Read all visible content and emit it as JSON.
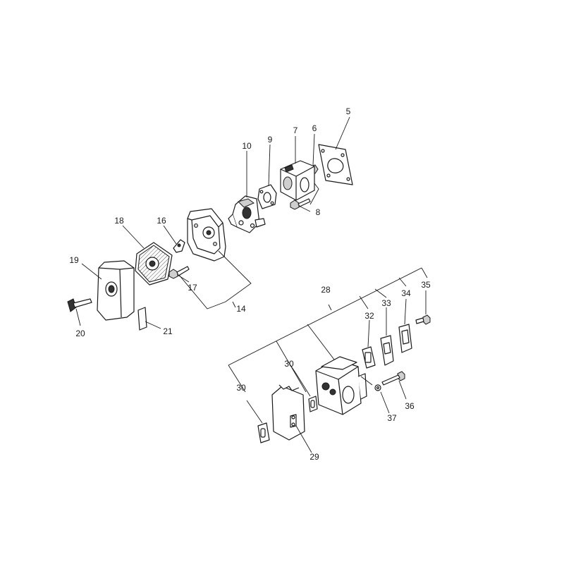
{
  "diagram": {
    "parts": [
      {
        "id": "p5",
        "label": "5"
      },
      {
        "id": "p6",
        "label": "6"
      },
      {
        "id": "p7",
        "label": "7"
      },
      {
        "id": "p8",
        "label": "8"
      },
      {
        "id": "p9",
        "label": "9"
      },
      {
        "id": "p10",
        "label": "10"
      },
      {
        "id": "p14",
        "label": "14"
      },
      {
        "id": "p16",
        "label": "16"
      },
      {
        "id": "p17",
        "label": "17"
      },
      {
        "id": "p18",
        "label": "18"
      },
      {
        "id": "p19",
        "label": "19"
      },
      {
        "id": "p20",
        "label": "20"
      },
      {
        "id": "p21",
        "label": "21"
      },
      {
        "id": "p28",
        "label": "28"
      },
      {
        "id": "p29",
        "label": "29"
      },
      {
        "id": "p30a",
        "label": "30"
      },
      {
        "id": "p30b",
        "label": "30"
      },
      {
        "id": "p32",
        "label": "32"
      },
      {
        "id": "p33",
        "label": "33"
      },
      {
        "id": "p34",
        "label": "34"
      },
      {
        "id": "p35",
        "label": "35"
      },
      {
        "id": "p36",
        "label": "36"
      },
      {
        "id": "p37",
        "label": "37"
      }
    ]
  }
}
